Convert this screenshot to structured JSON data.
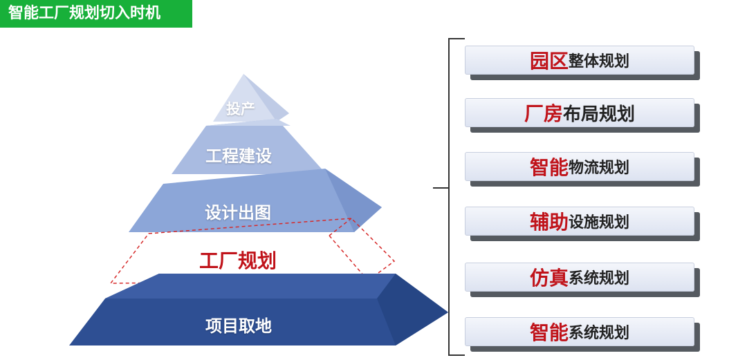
{
  "title": "智能工厂规划切入时机",
  "pyramid": {
    "layers": [
      {
        "label": "投产"
      },
      {
        "label": "工程建设"
      },
      {
        "label": "设计出图"
      },
      {
        "label": "工厂规划"
      },
      {
        "label": "项目取地"
      }
    ]
  },
  "cards": [
    {
      "emph": "园区",
      "rest": "整体规划"
    },
    {
      "emph": "厂房",
      "rest": "布局规划"
    },
    {
      "emph": "智能",
      "rest": "物流规划"
    },
    {
      "emph": "辅助",
      "rest": "设施规划"
    },
    {
      "emph": "仿真",
      "rest": "系统规划"
    },
    {
      "emph": "智能",
      "rest": "系统规划"
    }
  ],
  "colors": {
    "title_bg": "#18b03a",
    "highlight_text": "#c0131a",
    "dark_blue": "#2e4f93",
    "mid_blue": "#8ea8d8",
    "light_blue": "#b8c7e6",
    "pale_blue": "#d3dcef"
  }
}
